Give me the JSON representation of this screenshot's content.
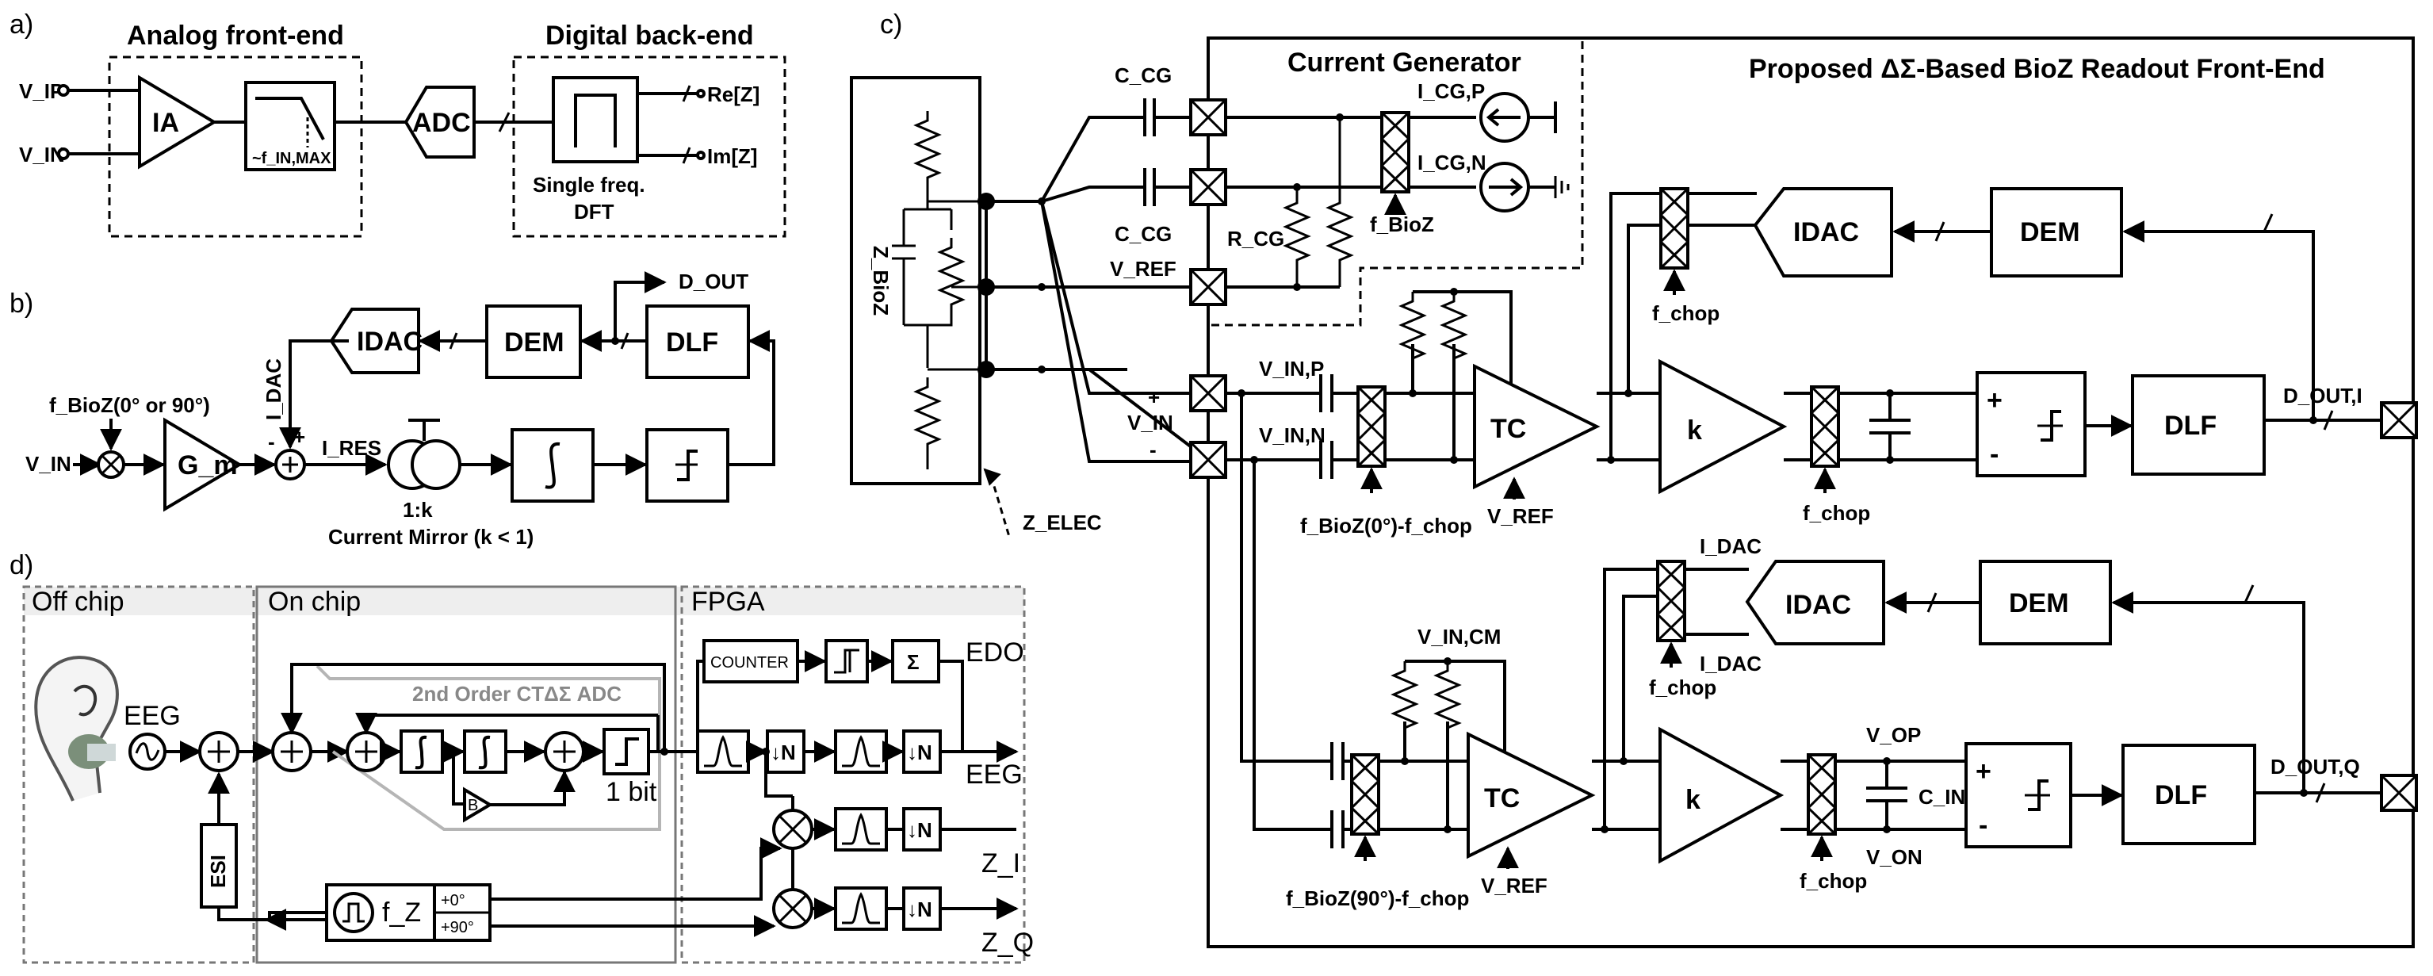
{
  "panels": [
    "a)",
    "b)",
    "c)",
    "d)"
  ],
  "panel_a": {
    "analog_title": "Analog front-end",
    "digital_title": "Digital back-end",
    "in_p": "V_IP",
    "in_n": "V_IN",
    "ia": "IA",
    "filter": "~f_IN,MAX",
    "adc": "ADC",
    "dft": [
      "Single freq.",
      "DFT"
    ],
    "out_re": "Re[Z]",
    "out_im": "Im[Z]"
  },
  "panel_b": {
    "fbioz": "f_BioZ(0° or 90°)",
    "vin": "V_IN",
    "gm": "G_m",
    "idac_lbl": "I_DAC",
    "ires": "I_RES",
    "ratio": "1:k",
    "mirror": "Current Mirror (k < 1)",
    "idac": "IDAC",
    "dem": "DEM",
    "dlf": "DLF",
    "dout": "D_OUT",
    "minus": "-",
    "plus": "+"
  },
  "panel_c": {
    "title": "Proposed ΔΣ-Based BioZ Readout Front-End",
    "current_gen": "Current Generator",
    "ccg": "C_CG",
    "rcg": "R_CG",
    "icgp": "I_CG,P",
    "icgn": "I_CG,N",
    "fbioz": "f_BioZ",
    "vref": "V_REF",
    "zbioz": "Z_BioZ",
    "zelec": "Z_ELEC",
    "vin": "V_IN",
    "vinp": "V_IN,P",
    "vinn": "V_IN,N",
    "vincm": "V_IN,CM",
    "fchop": "f_chop",
    "tc": "TC",
    "k": "k",
    "idac": "IDAC",
    "dem": "DEM",
    "dlf": "DLF",
    "idac_lbl": "I_DAC",
    "mod0": "f_BioZ(0°)-f_chop",
    "mod90": "f_BioZ(90°)-f_chop",
    "douti": "D_OUT,I",
    "doutq": "D_OUT,Q",
    "vop": "V_OP",
    "von": "V_ON",
    "cint": "C_INT",
    "plus": "+",
    "minus": "-"
  },
  "panel_d": {
    "off_chip": "Off chip",
    "on_chip": "On chip",
    "fpga": "FPGA",
    "eeg_src": "EEG",
    "adc_title": "2nd Order CTΔΣ ADC",
    "b": "B",
    "one_bit": "1 bit",
    "counter": "COUNTER",
    "sigma": "Σ",
    "edo": "EDO",
    "eeg_out": "EEG",
    "esi": "ESI",
    "fz": "f_Z",
    "p0": "+0°",
    "p90": "+90°",
    "dn": "↓N",
    "zi": "Z_I",
    "zq": "Z_Q"
  }
}
